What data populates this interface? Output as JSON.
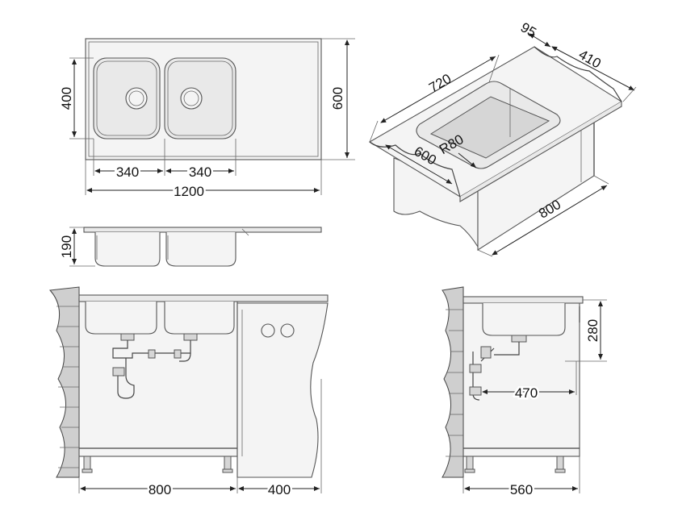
{
  "dimensions": {
    "top_width": "1200",
    "top_height": "600",
    "bowl_height": "400",
    "bowl_left_width": "340",
    "bowl_right_width": "340",
    "depth": "190",
    "iso_length": "720",
    "iso_rim": "95",
    "iso_inner": "410",
    "iso_radius": "R80",
    "iso_width": "600",
    "iso_cabinet": "800",
    "front_cabinet": "800",
    "front_extension": "400",
    "side_depth": "280",
    "side_drain": "470",
    "side_cabinet": "560"
  }
}
